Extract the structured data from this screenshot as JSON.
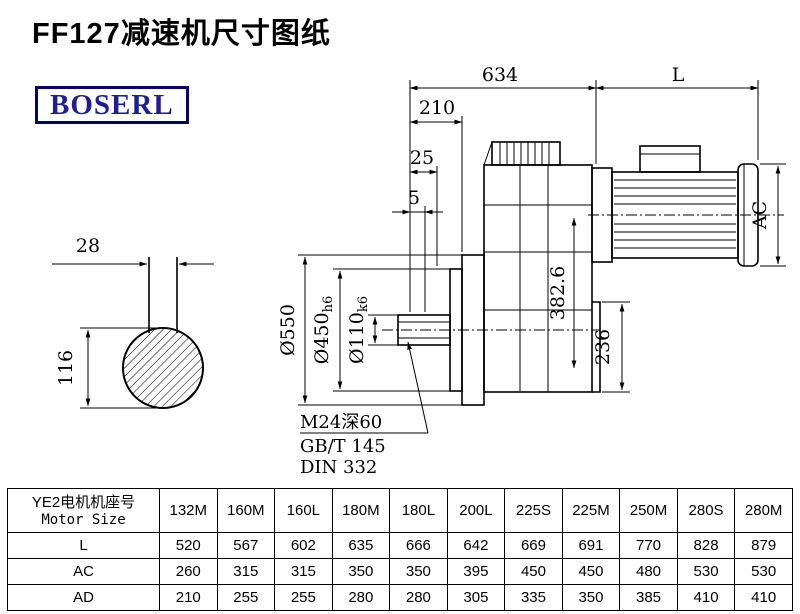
{
  "page": {
    "title": "FF127减速机尺寸图纸",
    "brand": "BOSERL"
  },
  "drawing": {
    "dims": {
      "top_width": "634",
      "motor_length": "L",
      "d210": "210",
      "d25": "25",
      "d5": "5",
      "motor_ac": "AC",
      "key_width": "28",
      "shaft_height": "116",
      "flange_od": "Ø550",
      "spigot_main": "Ø450",
      "spigot_tol": "h6",
      "shaft_main": "Ø110",
      "shaft_tol": "k6",
      "d382": "382.6",
      "d236": "236"
    },
    "notes": {
      "tap": "M24深60",
      "std1": "GB/T 145",
      "std2": "DIN 332"
    }
  },
  "table": {
    "header_cn": "YE2电机机座号",
    "header_en": "Motor Size",
    "columns": [
      "132M",
      "160M",
      "160L",
      "180M",
      "180L",
      "200L",
      "225S",
      "225M",
      "250M",
      "280S",
      "280M"
    ],
    "rows": [
      {
        "label": "L",
        "values": [
          520,
          567,
          602,
          635,
          666,
          642,
          669,
          691,
          770,
          828,
          879
        ]
      },
      {
        "label": "AC",
        "values": [
          260,
          315,
          315,
          350,
          350,
          395,
          450,
          450,
          480,
          530,
          530
        ]
      },
      {
        "label": "AD",
        "values": [
          210,
          255,
          255,
          280,
          280,
          305,
          335,
          350,
          385,
          410,
          410
        ]
      }
    ]
  }
}
